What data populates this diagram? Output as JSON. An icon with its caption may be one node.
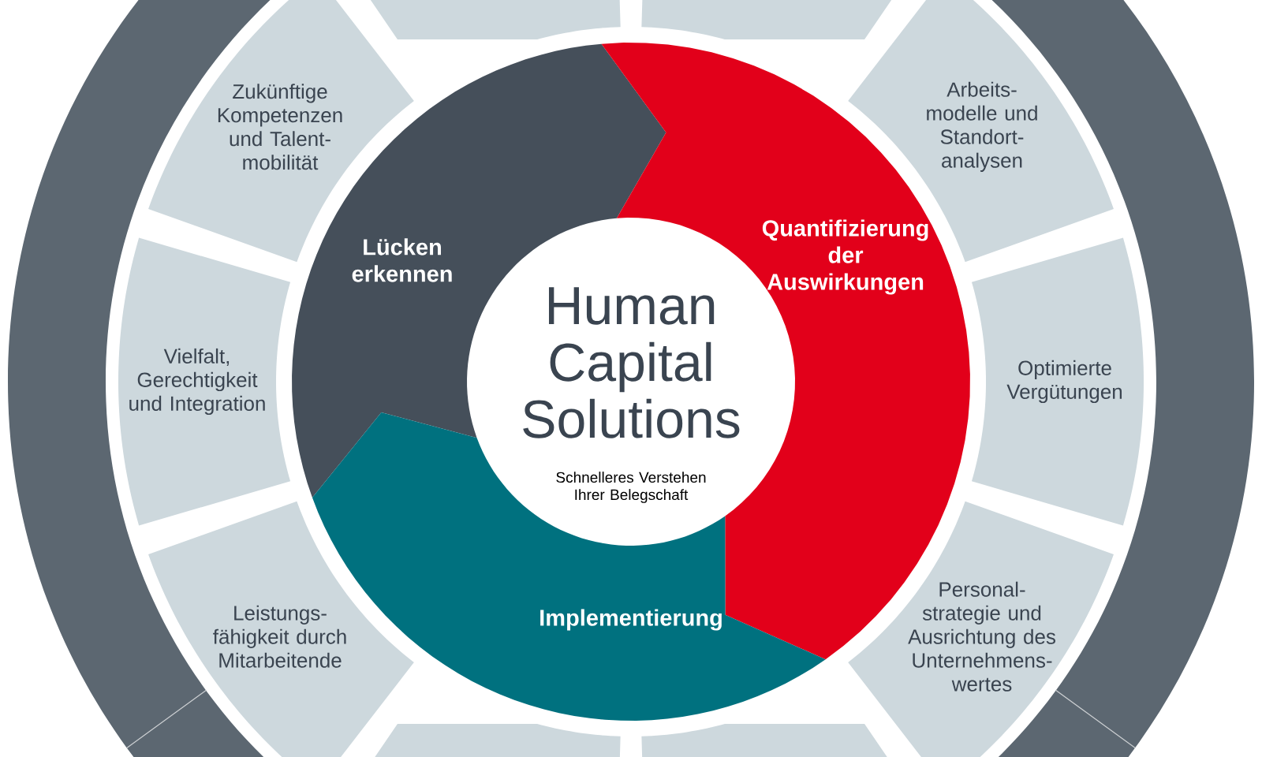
{
  "diagram": {
    "nodes": [
      {
        "text": [],
        "shape": "box"
      },
      {
        "text": [],
        "shape": "box"
      },
      {
        "text": [
          "Zukünftige Kompetenzen und Talent- mobilität"
        ]
      },
      {
        "text": [
          "Arbeits- modelle und Standort- analysen"
        ]
      },
      {
        "text": [
          "Lücken erkennen"
        ]
      },
      {
        "text": [
          "Quantifizierung der Auswirkungen"
        ]
      },
      {
        "text": [
          "Human Capital Solutions",
          "Schnelleres Verstehen Ihrer Belegschaft"
        ]
      },
      {
        "text": [
          "Vielfalt, Gerechtigkeit und Integration"
        ]
      },
      {
        "text": [
          "Optimierte Vergütungen"
        ]
      },
      {
        "text": [
          "Leistungs- fähigkeit durch Mitarbeitende"
        ]
      },
      {
        "text": [
          "Personal- strategie und Ausrichtung des Unternehmens- wertes"
        ]
      },
      {
        "text": [
          "Implementierung"
        ]
      },
      {
        "text": [],
        "shape": "box"
      },
      {
        "text": [],
        "shape": "box"
      }
    ]
  }
}
